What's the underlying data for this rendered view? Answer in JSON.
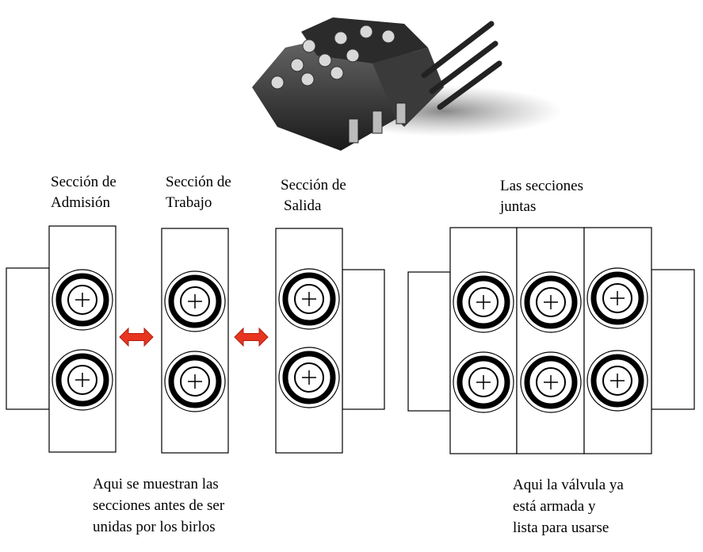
{
  "photo": {
    "subject": "hydraulic sectional directional control valve"
  },
  "labels": {
    "admision": [
      "Sección de",
      "Admisión"
    ],
    "trabajo": [
      "Sección de",
      "Trabajo"
    ],
    "salida": [
      "Sección de",
      "Salida"
    ],
    "juntas": [
      "Las secciones",
      "juntas"
    ]
  },
  "captions": {
    "left": [
      "Aqui se muestran las",
      "secciones antes de ser",
      "unidas por los birlos"
    ],
    "right": [
      "Aqui la válvula ya",
      "está armada y",
      "lista para usarse"
    ]
  },
  "colors": {
    "arrow": "#e8351f",
    "line": "#000000",
    "background": "#ffffff"
  },
  "icons": {
    "arrows": "double-headed-arrow-icon",
    "ports": "port-plus-icon"
  }
}
